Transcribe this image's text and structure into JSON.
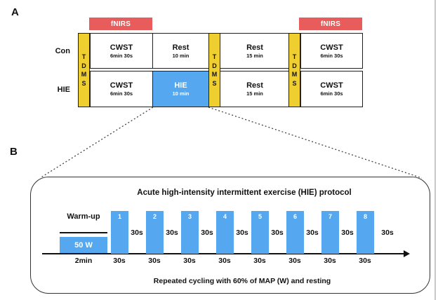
{
  "colors": {
    "red": "#e85c5c",
    "yellow": "#efcf2f",
    "blue": "#55a7ef",
    "line": "#1f1f1f"
  },
  "panel_a": {
    "label": "A",
    "fnirs_left": "fNIRS",
    "fnirs_right": "fNIRS",
    "row1_label": "Con",
    "row2_label": "HIE",
    "tdms_letters": [
      "T",
      "D",
      "M",
      "S"
    ],
    "row1_cells": [
      {
        "title": "CWST",
        "sub": "6min 30s"
      },
      {
        "title": "Rest",
        "sub": "10 min"
      },
      {
        "title": "Rest",
        "sub": "15 min"
      },
      {
        "title": "CWST",
        "sub": "6min 30s"
      }
    ],
    "row2_cells": [
      {
        "title": "CWST",
        "sub": "6min 30s"
      },
      {
        "title": "HIE",
        "sub": "10 min"
      },
      {
        "title": "Rest",
        "sub": "15 min"
      },
      {
        "title": "CWST",
        "sub": "6min 30s"
      }
    ]
  },
  "panel_b": {
    "label": "B",
    "title": "Acute high-intensity intermittent exercise (HIE) protocol",
    "warmup": {
      "label": "Warm-up",
      "power": "50 W",
      "duration": "2min"
    },
    "bar_numbers": [
      "1",
      "2",
      "3",
      "4",
      "5",
      "6",
      "7",
      "8"
    ],
    "work_label": "30s",
    "rest_label": "30s",
    "caption": "Repeated cycling with 60% of MAP (W) and resting"
  }
}
